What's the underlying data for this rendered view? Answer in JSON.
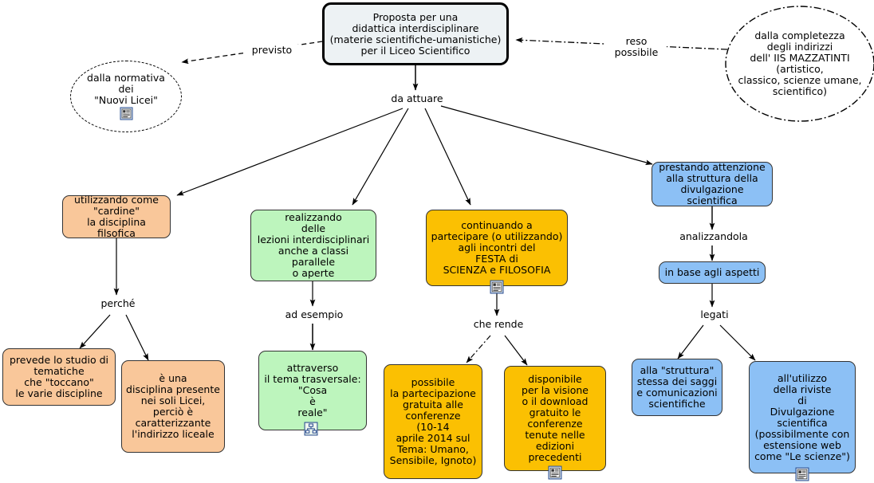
{
  "diagram": {
    "title": "Proposta per una didattica interdisciplinare (materie scientifiche-umanistiche) per il Liceo Scientifico",
    "type": "concept-map",
    "colors": {
      "root_fill": "#EDF2F4",
      "orange_fill": "#F9C79A",
      "green_fill": "#BDF5BD",
      "yellow_fill": "#FBC002",
      "blue_fill": "#8CC0F5",
      "stroke": "#000000"
    }
  },
  "nodes": {
    "root": {
      "text": "Proposta per una\ndidattica interdisciplinare\n(materie scientifiche-umanistiche)\nper il Liceo Scientifico",
      "shape": "rounded-rect",
      "fill": "#EDF2F4"
    },
    "normativa": {
      "text": "dalla normativa\ndei\n\"Nuovi Licei\"",
      "shape": "ellipse-dashed",
      "icon": "document-icon"
    },
    "completezza": {
      "text": "dalla completezza\ndegli indirizzi\ndell' IIS MAZZATINTI\n(artistico,\nclassico, scienze umane,\nscientifico)",
      "shape": "ellipse-dashdot"
    },
    "cardine": {
      "text": "utilizzando come\n\"cardine\"\nla disciplina filsofica",
      "fill": "#F9C79A"
    },
    "lezioni": {
      "text": "realizzando\ndelle\nlezioni interdisciplinari\nanche a classi parallele\no aperte",
      "fill": "#BDF5BD"
    },
    "festa": {
      "text": "continuando a\npartecipare (o utilizzando)\nagli incontri del\nFESTA di\nSCIENZA e FILOSOFIA",
      "fill": "#FBC002",
      "icon": "document-icon"
    },
    "divulgazione": {
      "text": "prestando attenzione\nalla struttura della\ndivulgazione scientifica",
      "fill": "#8CC0F5"
    },
    "aspetti": {
      "text": "in base agli aspetti",
      "fill": "#8CC0F5"
    },
    "tematiche": {
      "text": "prevede lo studio di\ntematiche\nche \"toccano\"\nle varie discipline",
      "fill": "#F9C79A"
    },
    "disciplina_licei": {
      "text": "è una\ndisciplina presente\nnei soli Licei,\nperciò è\ncaratterizzante\nl'indirizzo liceale",
      "fill": "#F9C79A"
    },
    "trasversale": {
      "text": "attraverso\nil tema trasversale:\n\"Cosa\nè\nreale\"",
      "fill": "#BDF5BD",
      "icon": "concept-map-icon"
    },
    "partecipazione": {
      "text": "possibile\nla partecipazione\ngratuita alle\nconferenze\n(10-14\naprile 2014 sul\nTema: Umano,\nSensibile, Ignoto)",
      "fill": "#FBC002"
    },
    "download": {
      "text": "disponibile\nper la visione\no il download\ngratuito le\nconferenze\ntenute nelle\nedizioni precedenti",
      "fill": "#FBC002",
      "icon": "document-icon"
    },
    "struttura_saggi": {
      "text": "alla \"struttura\"\nstessa dei saggi\ne comunicazioni\nscientifiche",
      "fill": "#8CC0F5"
    },
    "riviste": {
      "text": "all'utilizzo\ndella riviste\ndi\nDivulgazione\nscientifica\n(possibilmente con\nestensione web\ncome \"Le scienze\")",
      "fill": "#8CC0F5",
      "icon": "document-icon"
    }
  },
  "link_labels": {
    "previsto": "previsto",
    "reso_possibile": "reso\npossibile",
    "da_attuare": "da attuare",
    "perche": "perché",
    "ad_esempio": "ad esempio",
    "che_rende": "che rende",
    "analizzandola": "analizzandola",
    "legati": "legati"
  },
  "edges": [
    {
      "from": "root",
      "to": "normativa",
      "label": "previsto",
      "style": "dashed"
    },
    {
      "from": "completezza",
      "to": "root",
      "label": "reso possibile",
      "style": "dash-dot"
    },
    {
      "from": "root",
      "to": "da_attuare",
      "label": "",
      "style": "solid"
    },
    {
      "from": "da_attuare",
      "to": "cardine",
      "label": "",
      "style": "solid"
    },
    {
      "from": "da_attuare",
      "to": "lezioni",
      "label": "",
      "style": "solid"
    },
    {
      "from": "da_attuare",
      "to": "festa",
      "label": "",
      "style": "solid"
    },
    {
      "from": "da_attuare",
      "to": "divulgazione",
      "label": "",
      "style": "solid"
    },
    {
      "from": "cardine",
      "to": "perche",
      "label": "",
      "style": "solid"
    },
    {
      "from": "perche",
      "to": "tematiche",
      "label": "",
      "style": "solid"
    },
    {
      "from": "perche",
      "to": "disciplina_licei",
      "label": "",
      "style": "solid"
    },
    {
      "from": "lezioni",
      "to": "ad_esempio",
      "label": "",
      "style": "solid"
    },
    {
      "from": "ad_esempio",
      "to": "trasversale",
      "label": "",
      "style": "solid"
    },
    {
      "from": "festa",
      "to": "che_rende",
      "label": "",
      "style": "solid"
    },
    {
      "from": "che_rende",
      "to": "partecipazione",
      "label": "",
      "style": "dash-dot"
    },
    {
      "from": "che_rende",
      "to": "download",
      "label": "",
      "style": "solid"
    },
    {
      "from": "divulgazione",
      "to": "analizzandola",
      "label": "",
      "style": "solid"
    },
    {
      "from": "analizzandola",
      "to": "aspetti",
      "label": "",
      "style": "solid"
    },
    {
      "from": "aspetti",
      "to": "legati",
      "label": "",
      "style": "solid"
    },
    {
      "from": "legati",
      "to": "struttura_saggi",
      "label": "",
      "style": "solid"
    },
    {
      "from": "legati",
      "to": "riviste",
      "label": "",
      "style": "solid"
    }
  ]
}
